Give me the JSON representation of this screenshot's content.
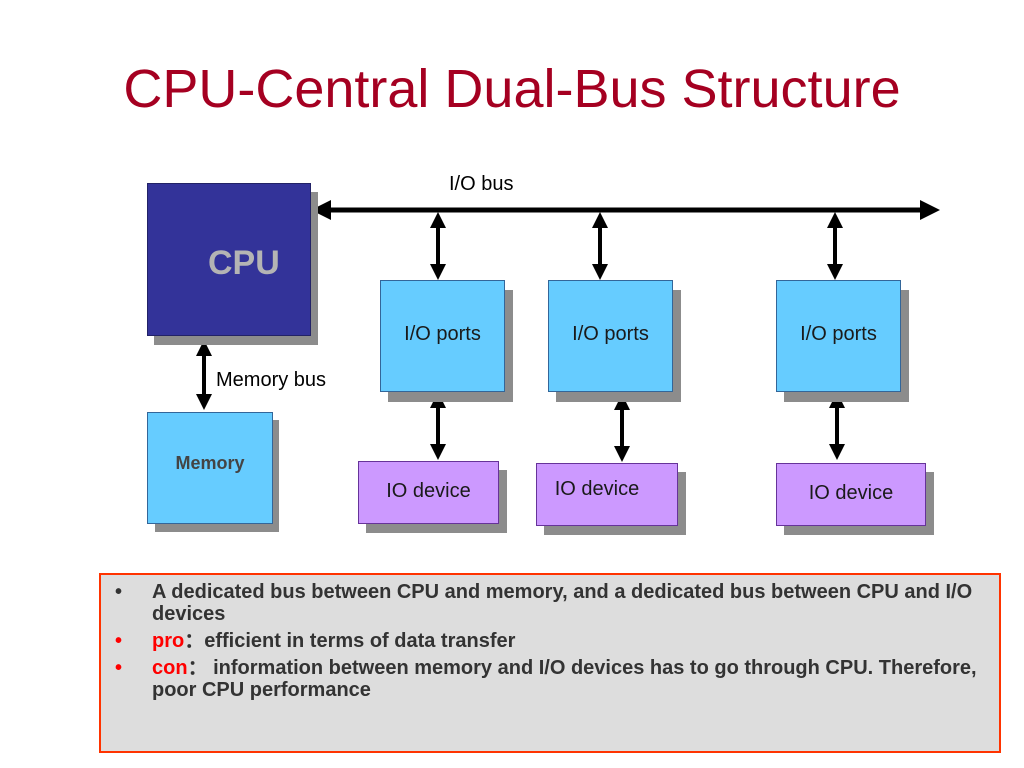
{
  "title": "CPU-Central Dual-Bus Structure",
  "diagram": {
    "io_bus_label": "I/O bus",
    "memory_bus_label": "Memory bus",
    "cpu_label": "CPU",
    "memory_label": "Memory",
    "io_ports": [
      "I/O ports",
      "I/O ports",
      "I/O ports"
    ],
    "io_devices": [
      "IO device",
      "IO device",
      "IO device"
    ]
  },
  "notes": {
    "bullet_symbol": "•",
    "item1": "A dedicated bus between CPU and memory, and a dedicated bus between CPU and I/O devices",
    "item2_keyword": "pro",
    "item2_separator": "：",
    "item2_text": "efficient in terms of data transfer",
    "item3_keyword": "con",
    "item3_separator": "：",
    "item3_text": " information between memory and I/O devices has to go through CPU. Therefore, poor CPU performance"
  },
  "colors": {
    "title": "#a50021",
    "cpu_fill": "#333399",
    "port_fill": "#66ccff",
    "device_fill": "#cc99ff",
    "notes_border": "#ff3300",
    "keyword": "#ff0000"
  }
}
